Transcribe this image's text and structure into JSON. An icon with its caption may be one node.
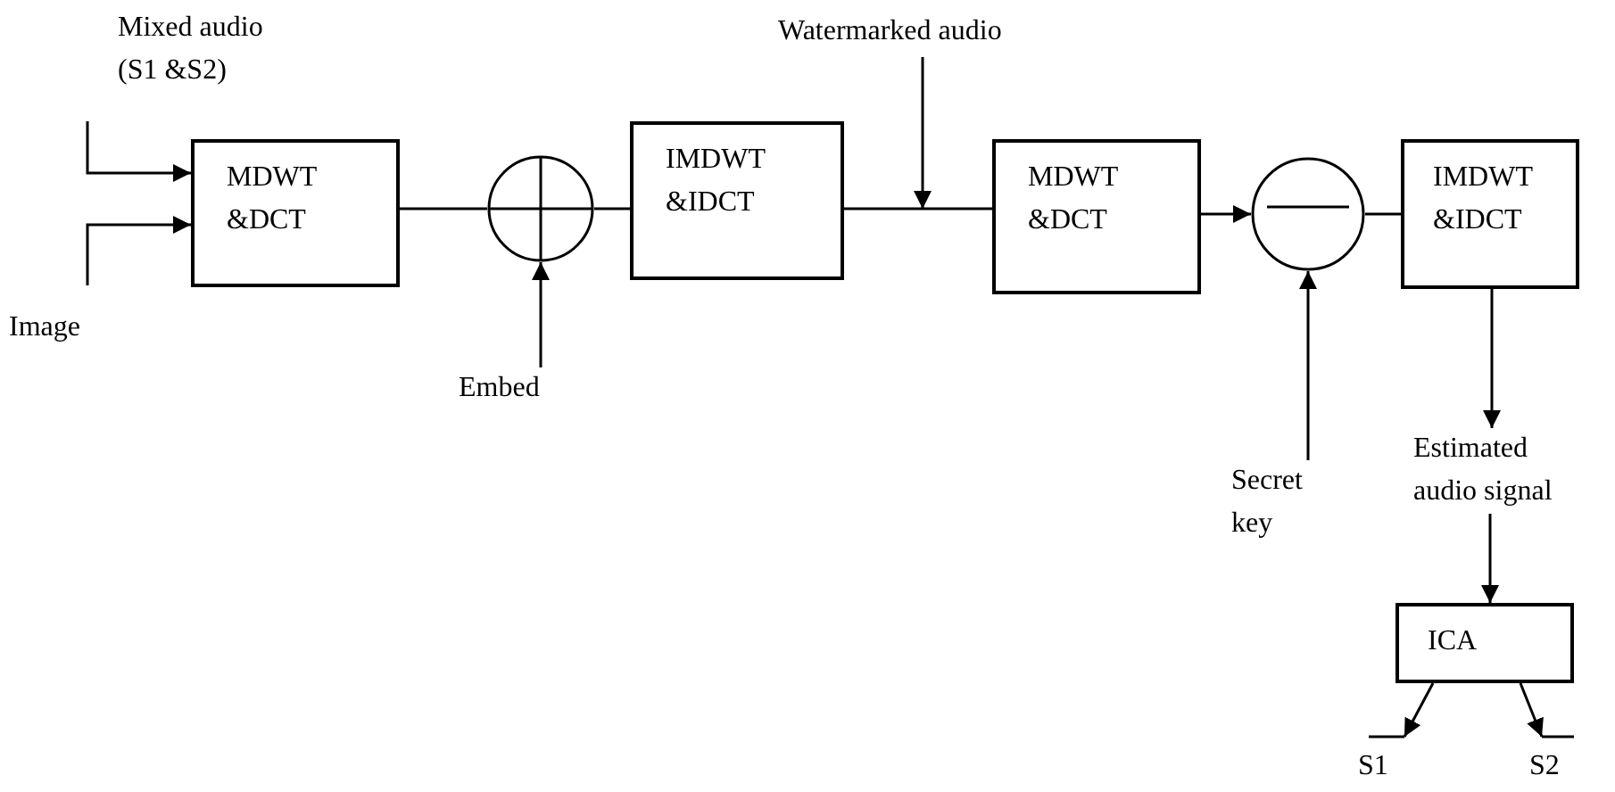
{
  "diagram": {
    "nodes": [
      {
        "text": [
          "Mixed audio (S1 &S2)"
        ]
      },
      {
        "text": [
          "Image"
        ]
      },
      {
        "text": [
          "MDWT &DCT"
        ]
      },
      {
        "text": [],
        "shape": "circle"
      },
      {
        "text": [
          "Embed"
        ]
      },
      {
        "text": [
          "IMDWT &IDCT"
        ]
      },
      {
        "text": [
          "Watermarked audio"
        ]
      },
      {
        "text": [
          "MDWT &DCT"
        ]
      },
      {
        "text": [],
        "shape": "circle"
      },
      {
        "text": [
          "Secret key"
        ]
      },
      {
        "text": [
          "IMDWT &IDCT"
        ]
      },
      {
        "text": [
          "Estimated audio signal"
        ]
      },
      {
        "text": [
          "ICA"
        ]
      },
      {
        "text": [
          "S1"
        ]
      },
      {
        "text": [
          "S2"
        ]
      }
    ],
    "edges": [
      {
        "from": 0,
        "to": 2,
        "arrow": "to"
      },
      {
        "from": 1,
        "to": 2,
        "arrow": "to"
      },
      {
        "from": 2,
        "to": 3,
        "arrow": "none"
      },
      {
        "from": 4,
        "to": 3,
        "arrow": "to"
      },
      {
        "from": 3,
        "to": 5,
        "arrow": "none"
      },
      {
        "from": 5,
        "to": 7,
        "arrow": "none"
      },
      {
        "from": 6,
        "to": null,
        "arrow": "to"
      },
      {
        "from": 7,
        "to": 8,
        "arrow": "to"
      },
      {
        "from": 9,
        "to": 8,
        "arrow": "to"
      },
      {
        "from": 8,
        "to": 10,
        "arrow": "none"
      },
      {
        "from": 10,
        "to": 11,
        "arrow": "to"
      },
      {
        "from": 11,
        "to": 12,
        "arrow": "to"
      },
      {
        "from": 12,
        "to": 13,
        "arrow": "to"
      },
      {
        "from": 12,
        "to": 14,
        "arrow": "to"
      }
    ]
  }
}
